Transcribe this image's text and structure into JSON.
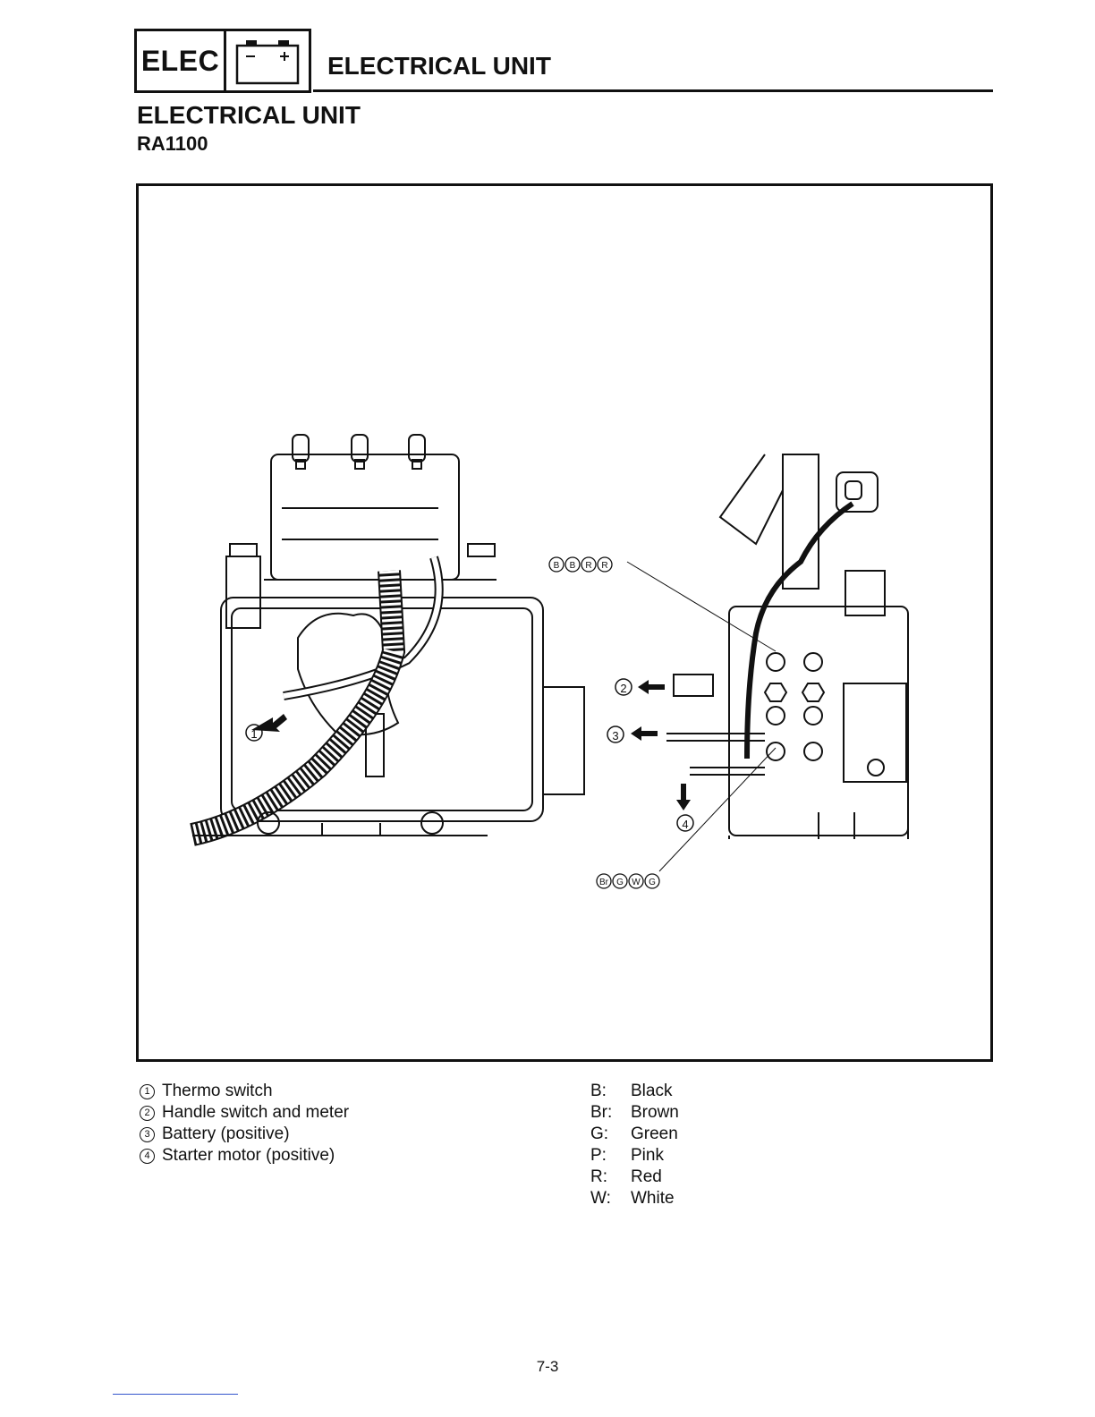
{
  "header": {
    "tab_label": "ELEC",
    "battery_icon": "battery-icon",
    "section_title": "ELECTRICAL UNIT"
  },
  "page_title": "ELECTRICAL UNIT",
  "model": "RA1100",
  "figure": {
    "wire_tag_top": [
      "B",
      "B",
      "R",
      "R"
    ],
    "wire_tag_bottom": [
      "Br",
      "G",
      "W",
      "G"
    ],
    "callouts": [
      "①",
      "②",
      "③",
      "④"
    ]
  },
  "legend": [
    {
      "num": "1",
      "text": "Thermo switch"
    },
    {
      "num": "2",
      "text": "Handle switch and meter"
    },
    {
      "num": "3",
      "text": "Battery (positive)"
    },
    {
      "num": "4",
      "text": "Starter motor (positive)"
    }
  ],
  "color_codes": [
    {
      "code": "B:",
      "name": "Black"
    },
    {
      "code": "Br:",
      "name": "Brown"
    },
    {
      "code": "G:",
      "name": "Green"
    },
    {
      "code": "P:",
      "name": "Pink"
    },
    {
      "code": "R:",
      "name": "Red"
    },
    {
      "code": "W:",
      "name": "White"
    }
  ],
  "page_number": "7-3"
}
